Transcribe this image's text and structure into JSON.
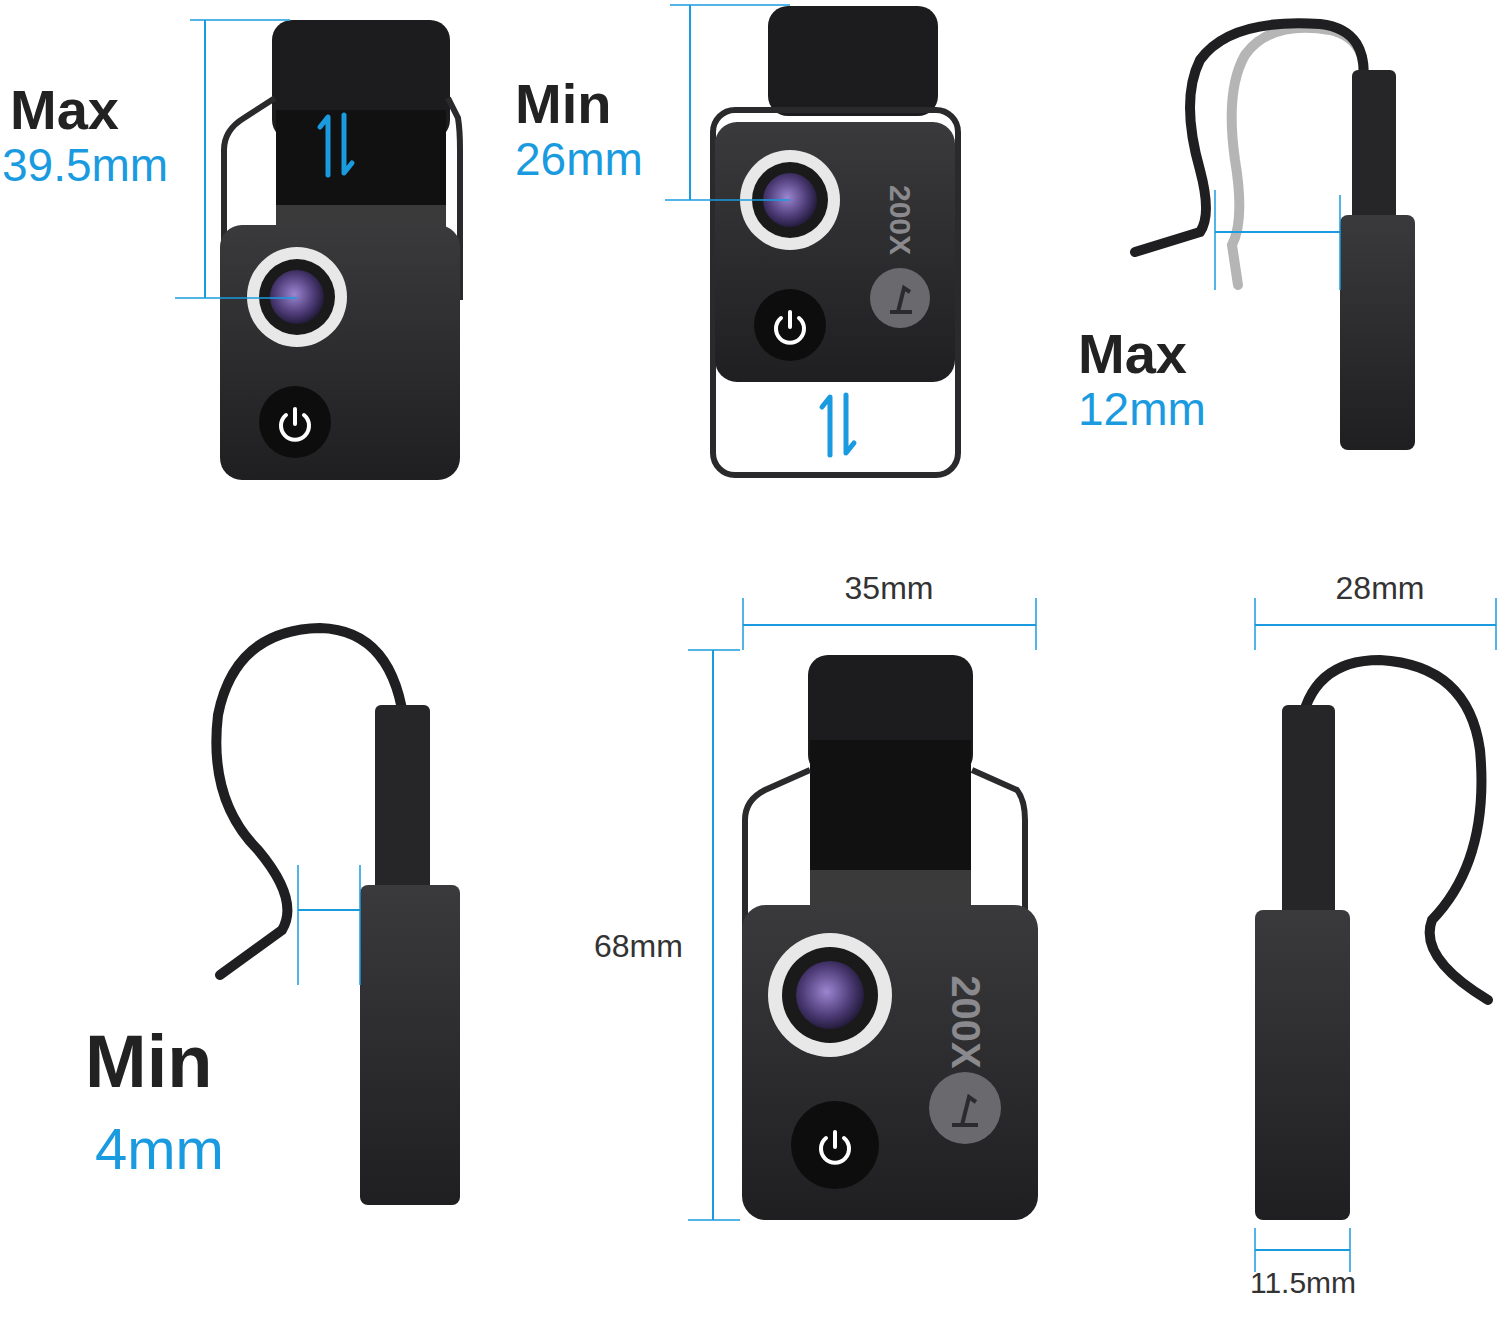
{
  "diagram": {
    "labels": [
      "Max",
      "39.5mm",
      "Min",
      "26mm",
      "200X",
      "Max",
      "12mm",
      "Min",
      "4mm",
      "35mm",
      "68mm",
      "200X",
      "28mm",
      "11.5mm"
    ]
  }
}
